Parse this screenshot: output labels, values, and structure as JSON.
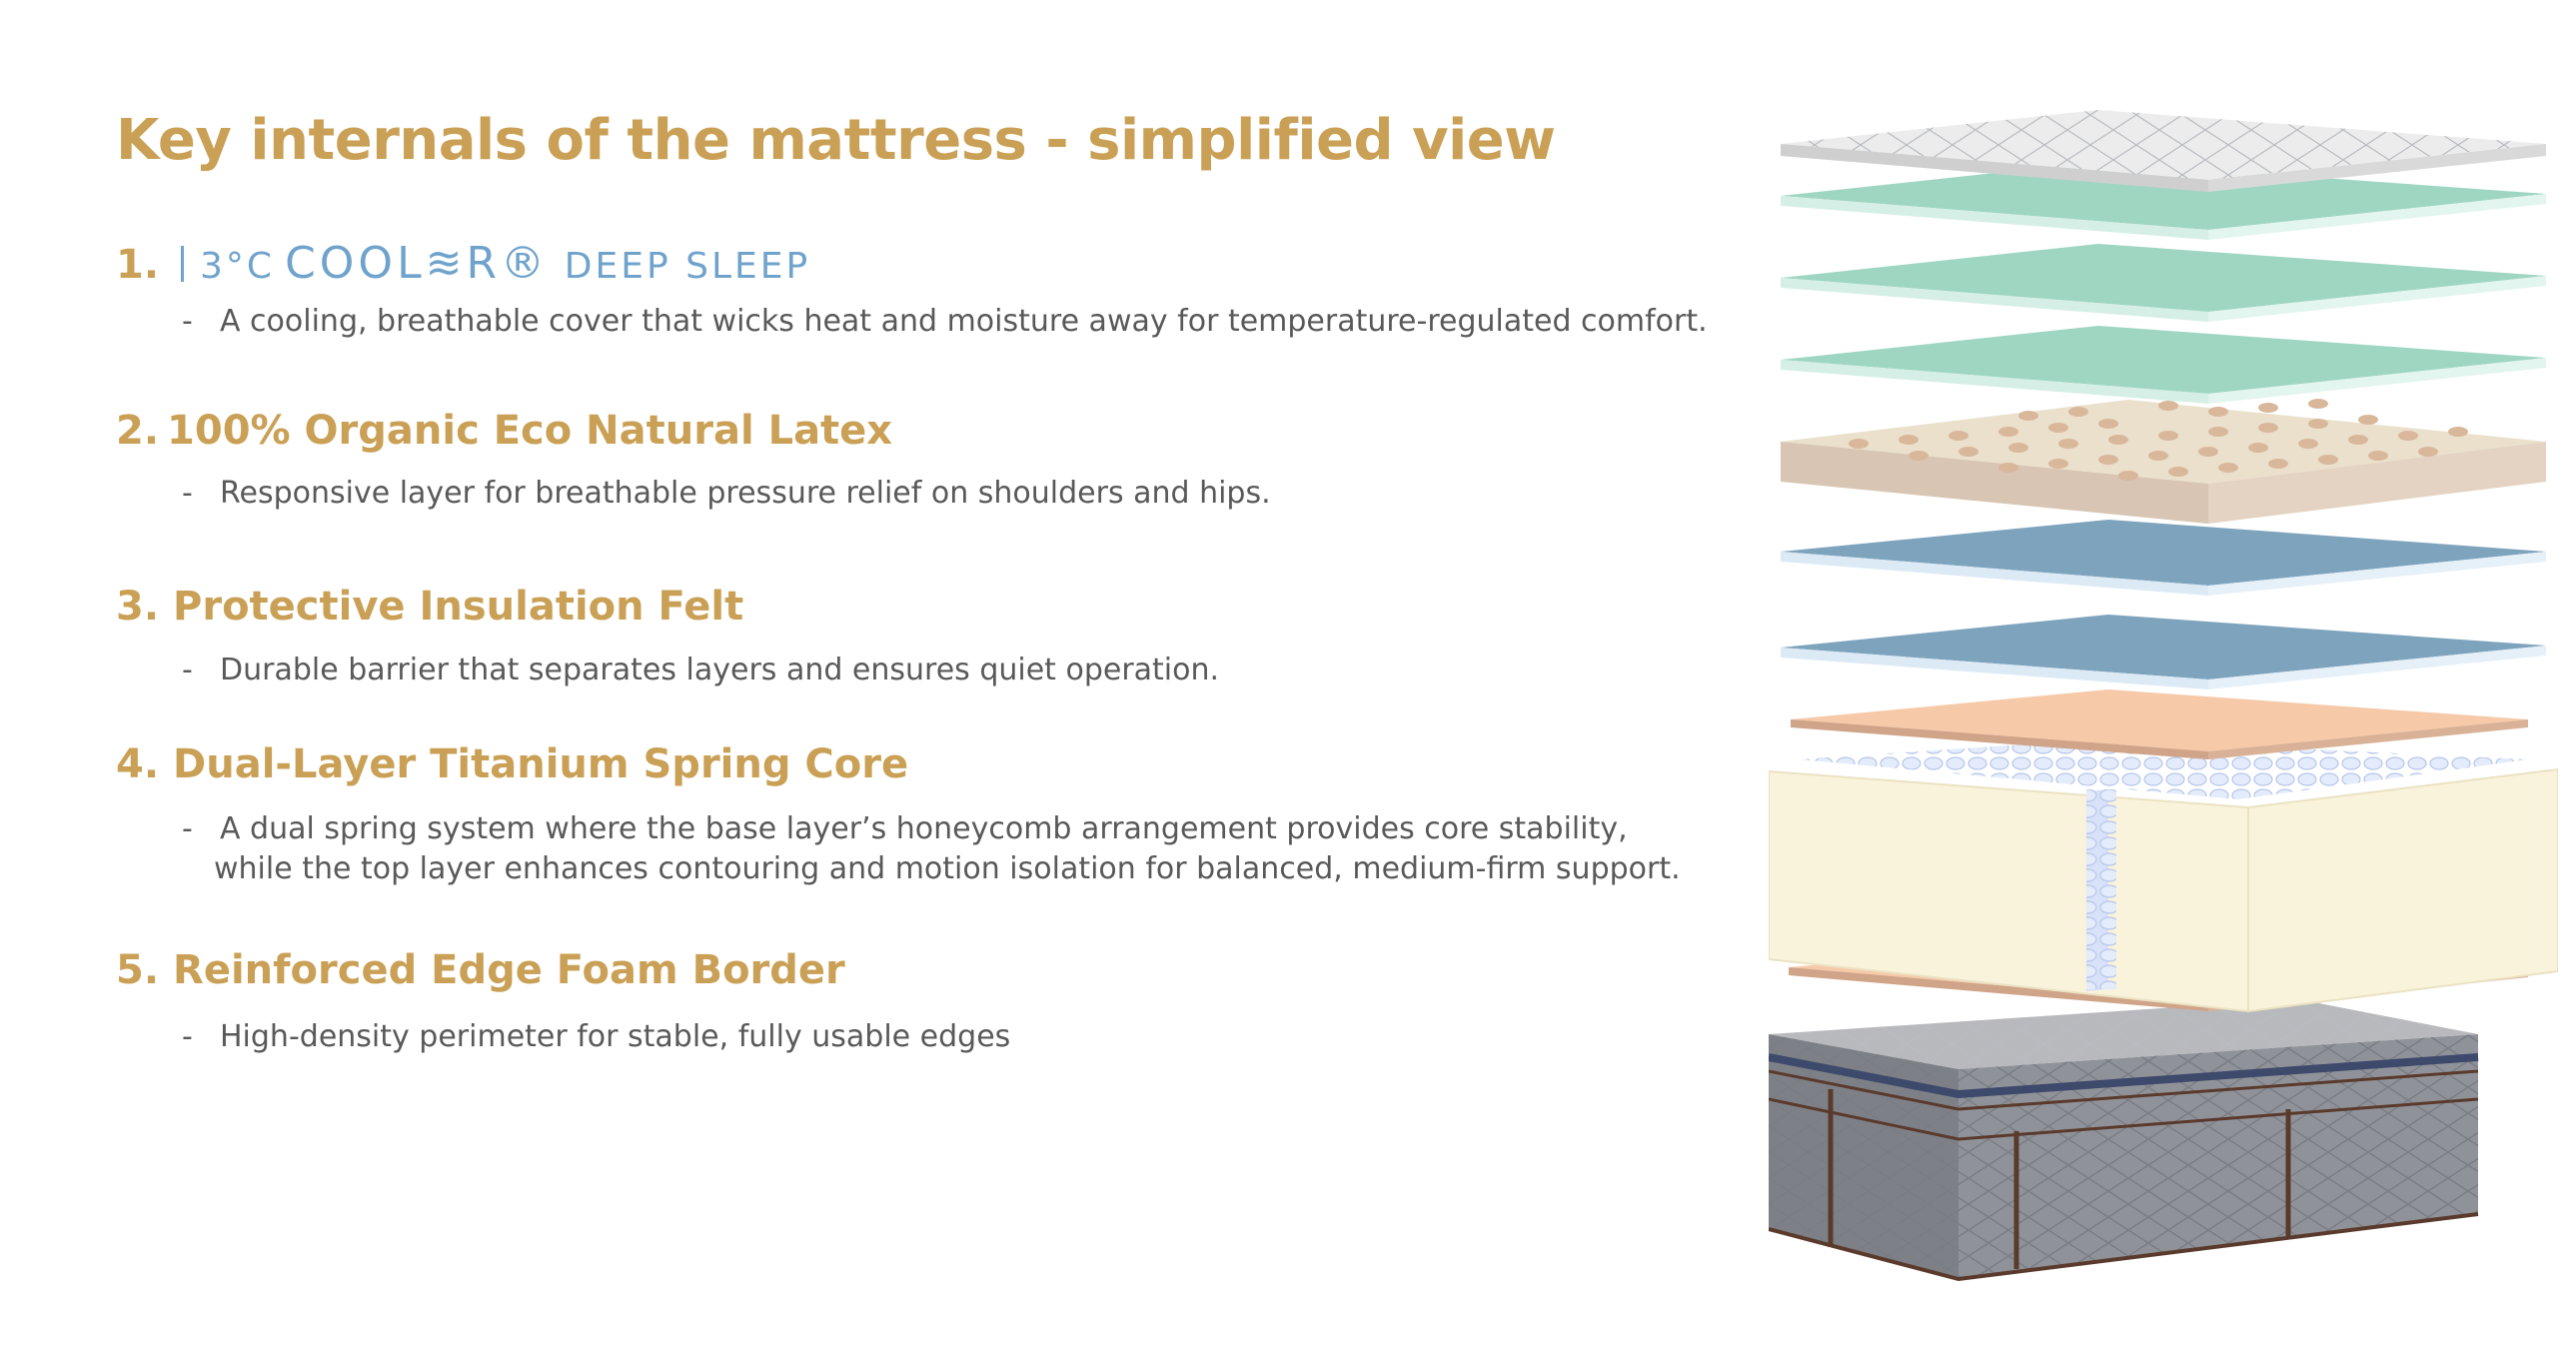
{
  "title": "Key internals of the mattress - simplified view",
  "items": [
    {
      "number": "1.",
      "brand": {
        "prefix": "3°C",
        "name": "COOL≋R®",
        "suffix": "DEEP SLEEP"
      },
      "description": "A cooling, breathable cover that wicks heat and moisture away for temperature-regulated comfort."
    },
    {
      "number": "2.",
      "heading": "100% Organic Eco Natural Latex",
      "description": "Responsive layer for breathable pressure relief on shoulders and hips."
    },
    {
      "number": "3.",
      "heading": "Protective Insulation Felt",
      "description": "Durable barrier that separates layers and ensures quiet operation."
    },
    {
      "number": "4.",
      "heading": "Dual-Layer Titanium Spring Core",
      "description_line1": "A dual spring system where the base layer’s honeycomb arrangement provides core stability,",
      "description_line2": "while the top layer enhances contouring and motion isolation for balanced, medium-firm support."
    },
    {
      "number": "5.",
      "heading": "Reinforced Edge Foam Border",
      "description": "High-density perimeter for stable, fully usable edges"
    }
  ],
  "dash": "-",
  "colors": {
    "heading": "#c9a055",
    "brand": "#6fa3cc",
    "body_text": "#595959",
    "cover": "#ececec",
    "cooling_layer": "#9fd6c2",
    "latex": "#eae0cc",
    "latex_dots": "#d9b79b",
    "felt": "#7ea3bd",
    "foam_pad": "#f6c9a8",
    "spring_border": "#faf3dc",
    "base_mattress": "#8f9299"
  }
}
